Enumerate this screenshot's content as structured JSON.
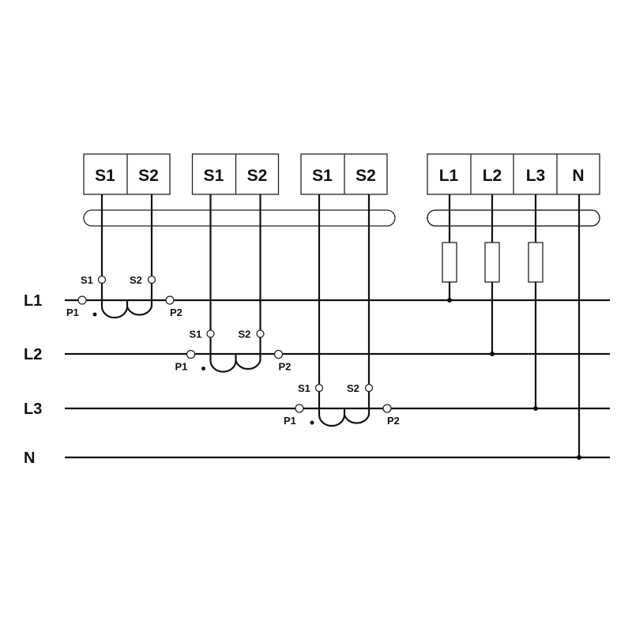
{
  "title": "Three-phase four-wire connection with three current transformers",
  "line_labels": [
    "L1",
    "L2",
    "L3",
    "N"
  ],
  "current_terminal_blocks": [
    {
      "terminals": [
        "S1",
        "S2"
      ]
    },
    {
      "terminals": [
        "S1",
        "S2"
      ]
    },
    {
      "terminals": [
        "S1",
        "S2"
      ]
    }
  ],
  "voltage_terminal_block": {
    "terminals": [
      "L1",
      "L2",
      "L3",
      "N"
    ]
  },
  "current_transformers": [
    {
      "phase": "L1",
      "secondary": [
        "S1",
        "S2"
      ],
      "primary": [
        "P1",
        "P2"
      ]
    },
    {
      "phase": "L2",
      "secondary": [
        "S1",
        "S2"
      ],
      "primary": [
        "P1",
        "P2"
      ]
    },
    {
      "phase": "L3",
      "secondary": [
        "S1",
        "S2"
      ],
      "primary": [
        "P1",
        "P2"
      ]
    }
  ],
  "colors": {
    "line": "#111111",
    "background": "#ffffff"
  }
}
